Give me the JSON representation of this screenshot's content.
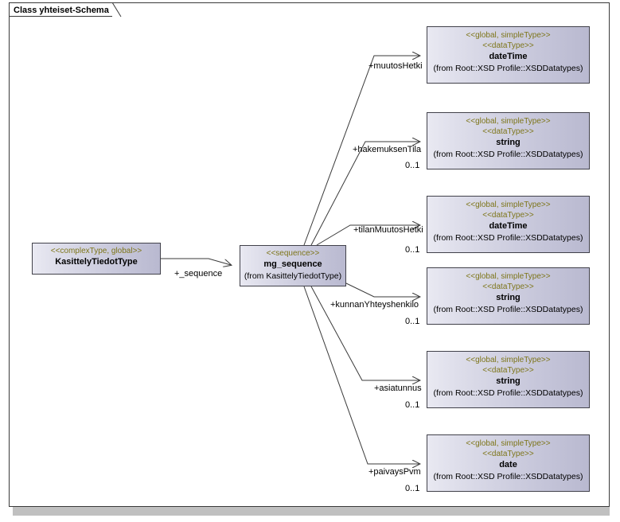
{
  "diagram": {
    "frame_title": "Class yhteiset-Schema",
    "colors": {
      "stereotype_text": "#7d7519",
      "box_border": "#41414a",
      "box_fill_light": "#e9e9f2",
      "box_fill_dark": "#b9b9d0",
      "frame_border": "#3a3a3a",
      "frame_shadow": "#c0c0c0",
      "link_line": "#3a3a3a",
      "label_text": "#000000"
    }
  },
  "source_class": {
    "stereotype": "<<complexType, global>>",
    "name": "KasittelyTiedotType"
  },
  "sequence_class": {
    "stereotype": "<<sequence>>",
    "name": "mg_sequence",
    "from": "(from KasittelyTiedotType)"
  },
  "source_to_sequence": {
    "role": "+_sequence",
    "multiplicity": ""
  },
  "datatypes": [
    {
      "stereotype1": "<<global, simpleType>>",
      "stereotype2": "<<dataType>>",
      "name": "dateTime",
      "from": "(from Root::XSD Profile::XSDDatatypes)",
      "role": "+muutosHetki",
      "multiplicity": ""
    },
    {
      "stereotype1": "<<global, simpleType>>",
      "stereotype2": "<<dataType>>",
      "name": "string",
      "from": "(from Root::XSD Profile::XSDDatatypes)",
      "role": "+hakemuksenTila",
      "multiplicity": "0..1"
    },
    {
      "stereotype1": "<<global, simpleType>>",
      "stereotype2": "<<dataType>>",
      "name": "dateTime",
      "from": "(from Root::XSD Profile::XSDDatatypes)",
      "role": "+tilanMuutosHetki",
      "multiplicity": "0..1"
    },
    {
      "stereotype1": "<<global, simpleType>>",
      "stereotype2": "<<dataType>>",
      "name": "string",
      "from": "(from Root::XSD Profile::XSDDatatypes)",
      "role": "+kunnanYhteyshenkilo",
      "multiplicity": "0..1"
    },
    {
      "stereotype1": "<<global, simpleType>>",
      "stereotype2": "<<dataType>>",
      "name": "string",
      "from": "(from Root::XSD Profile::XSDDatatypes)",
      "role": "+asiatunnus",
      "multiplicity": "0..1"
    },
    {
      "stereotype1": "<<global, simpleType>>",
      "stereotype2": "<<dataType>>",
      "name": "date",
      "from": "(from Root::XSD Profile::XSDDatatypes)",
      "role": "+paivaysPvm",
      "multiplicity": "0..1"
    }
  ]
}
